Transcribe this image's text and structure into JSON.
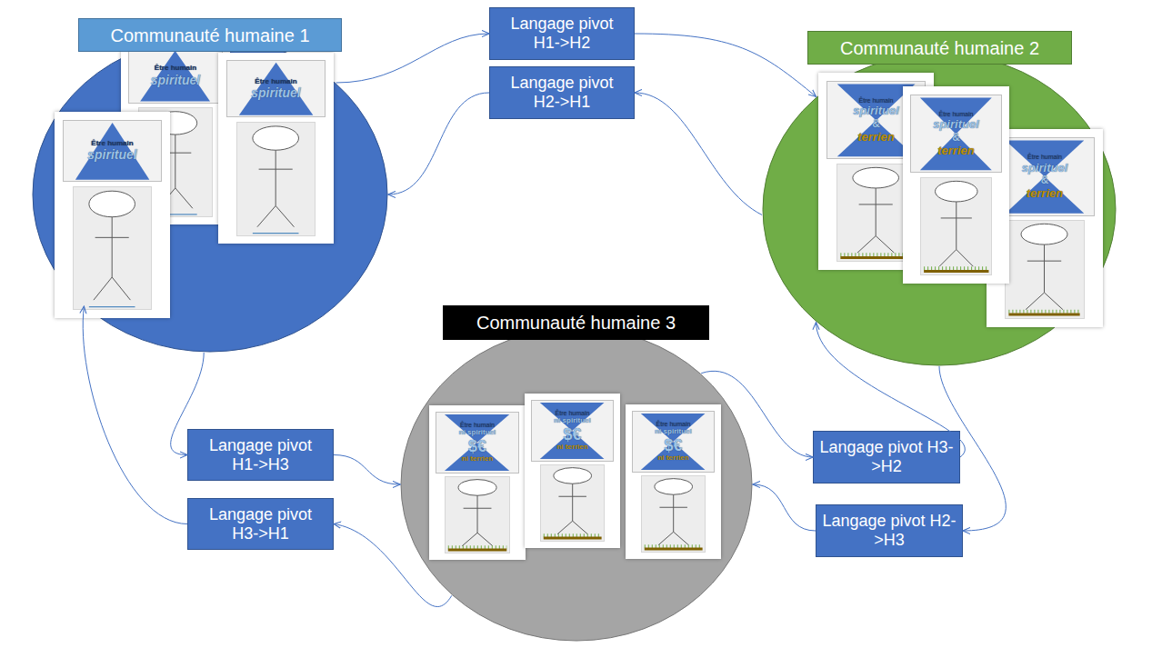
{
  "diagram": {
    "nodes": [
      {
        "text": [
          "Communauté humaine 1"
        ]
      },
      {
        "text": [
          "Être humain",
          "spirituel"
        ],
        "in": 0
      },
      {
        "text": [
          "Être humain",
          "spirituel"
        ],
        "in": 0
      },
      {
        "text": [
          "Être humain",
          "spirituel"
        ],
        "in": 0
      },
      {
        "text": [
          "Langage pivot H1->H2"
        ]
      },
      {
        "text": [
          "Langage pivot H2->H1"
        ]
      },
      {
        "text": [
          "Communauté humaine 2"
        ]
      },
      {
        "text": [
          "Être humain",
          "spirituel",
          "&",
          "terrien"
        ],
        "in": 6
      },
      {
        "text": [
          "Être humain",
          "spirituel",
          "&",
          "terrien"
        ],
        "in": 6
      },
      {
        "text": [
          "Être humain",
          "spirituel",
          "&",
          "terrien"
        ],
        "in": 6
      },
      {
        "text": [
          "Communauté humaine 3"
        ]
      },
      {
        "text": [
          "Être humain",
          "ni spirituel",
          "$€",
          "ni terrien"
        ],
        "in": 10
      },
      {
        "text": [
          "Être humain",
          "ni spirituel",
          "$€",
          "ni terrien"
        ],
        "in": 10
      },
      {
        "text": [
          "Être humain",
          "ni spirituel",
          "$€",
          "ni terrien"
        ],
        "in": 10
      },
      {
        "text": [
          "Langage pivot H1->H3"
        ]
      },
      {
        "text": [
          "Langage pivot H3->H1"
        ]
      },
      {
        "text": [
          "Langage pivot H3->H2"
        ]
      },
      {
        "text": [
          "Langage pivot H2->H3"
        ]
      }
    ],
    "edges": [
      {
        "from": 0,
        "to": 4,
        "arrow": "to"
      },
      {
        "from": 4,
        "to": 6,
        "arrow": "to"
      },
      {
        "from": 6,
        "to": 5,
        "arrow": "to"
      },
      {
        "from": 5,
        "to": 0,
        "arrow": "to"
      },
      {
        "from": 0,
        "to": 14,
        "arrow": "to"
      },
      {
        "from": 14,
        "to": 10,
        "arrow": "to"
      },
      {
        "from": 10,
        "to": 15,
        "arrow": "to"
      },
      {
        "from": 15,
        "to": 0,
        "arrow": "to"
      },
      {
        "from": 10,
        "to": 16,
        "arrow": "to"
      },
      {
        "from": 16,
        "to": 6,
        "arrow": "to"
      },
      {
        "from": 6,
        "to": 17,
        "arrow": "to"
      },
      {
        "from": 17,
        "to": 10,
        "arrow": "to"
      }
    ]
  }
}
